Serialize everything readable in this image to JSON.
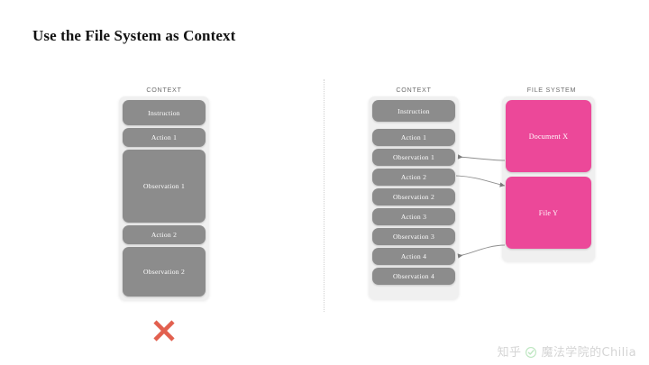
{
  "slide": {
    "title": "Use the File System as Context",
    "background_color": "#ffffff"
  },
  "colors": {
    "block_gray": "#8c8c8c",
    "panel_gray": "#f0f0f0",
    "file_pink": "#ec4899",
    "cross_red": "#e2604f",
    "caption_gray": "#6e6e6e",
    "divider_gray": "#d0d0d0"
  },
  "left_example": {
    "caption": "CONTEXT",
    "verdict_icon": "cross-icon",
    "blocks": [
      {
        "label": "Instruction",
        "height": "tall"
      },
      {
        "label": "Action 1",
        "height": "short"
      },
      {
        "label": "Observation 1",
        "height": "xtall"
      },
      {
        "label": "Action 2",
        "height": "short"
      },
      {
        "label": "Observation 2",
        "height": "tall"
      }
    ]
  },
  "right_example": {
    "context": {
      "caption": "CONTEXT",
      "blocks": [
        {
          "label": "Instruction"
        },
        {
          "label": "Action 1"
        },
        {
          "label": "Observation 1"
        },
        {
          "label": "Action 2"
        },
        {
          "label": "Observation 2"
        },
        {
          "label": "Action 3"
        },
        {
          "label": "Observation 3"
        },
        {
          "label": "Action 4"
        },
        {
          "label": "Observation 4"
        }
      ]
    },
    "file_system": {
      "caption": "FILE SYSTEM",
      "files": [
        {
          "label": "Document X"
        },
        {
          "label": "File Y"
        }
      ]
    },
    "connections": [
      {
        "from": "Observation 1",
        "to": "Document X",
        "direction": "to-context"
      },
      {
        "from": "Action 2",
        "to": "File Y",
        "direction": "to-file"
      },
      {
        "from": "File Y",
        "to": "Action 4",
        "direction": "to-context"
      }
    ]
  },
  "watermark": {
    "site": "知乎",
    "author": "魔法学院的Chilia",
    "badge_icon": "verified-check-icon"
  }
}
